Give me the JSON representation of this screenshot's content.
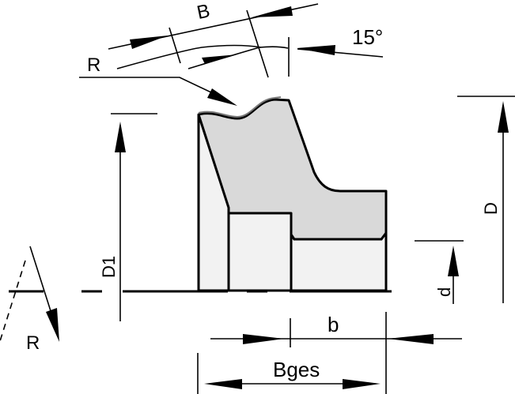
{
  "labels": {
    "B": "B",
    "angle": "15°",
    "R_top": "R",
    "R_bottom": "R",
    "D1": "D1",
    "D": "D",
    "d": "d",
    "b": "b",
    "Bges": "Bges"
  },
  "colors": {
    "seal": "#d9d9d9",
    "housing": "#f2f2f2",
    "line": "#000000"
  }
}
